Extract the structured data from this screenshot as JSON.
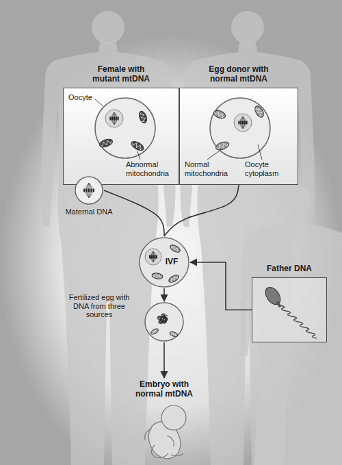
{
  "diagram": {
    "nodes": [
      {
        "text": [
          "Female with mutant mtDNA"
        ]
      },
      {
        "text": [
          "Egg donor with normal mtDNA"
        ]
      },
      {
        "text": [
          "Maternal DNA"
        ]
      },
      {
        "text": [
          "IVF"
        ]
      },
      {
        "text": [
          "Father DNA"
        ]
      },
      {
        "text": [
          "Fertilized egg with DNA from three sources"
        ]
      },
      {
        "text": [
          "Embryo with normal mtDNA"
        ]
      }
    ],
    "edges": [
      {
        "from": 2,
        "to": 3,
        "arrow": "none"
      },
      {
        "from": 1,
        "to": 3,
        "arrow": "none"
      },
      {
        "from": 4,
        "to": 3,
        "arrow": "to"
      },
      {
        "from": 3,
        "to": 5,
        "arrow": "to"
      },
      {
        "from": 5,
        "to": 6,
        "arrow": "to"
      }
    ],
    "labels": [
      "Oocyte",
      "Abnormal mitochondria",
      "Normal mitochondria",
      "Oocyte cytoplasm"
    ]
  }
}
